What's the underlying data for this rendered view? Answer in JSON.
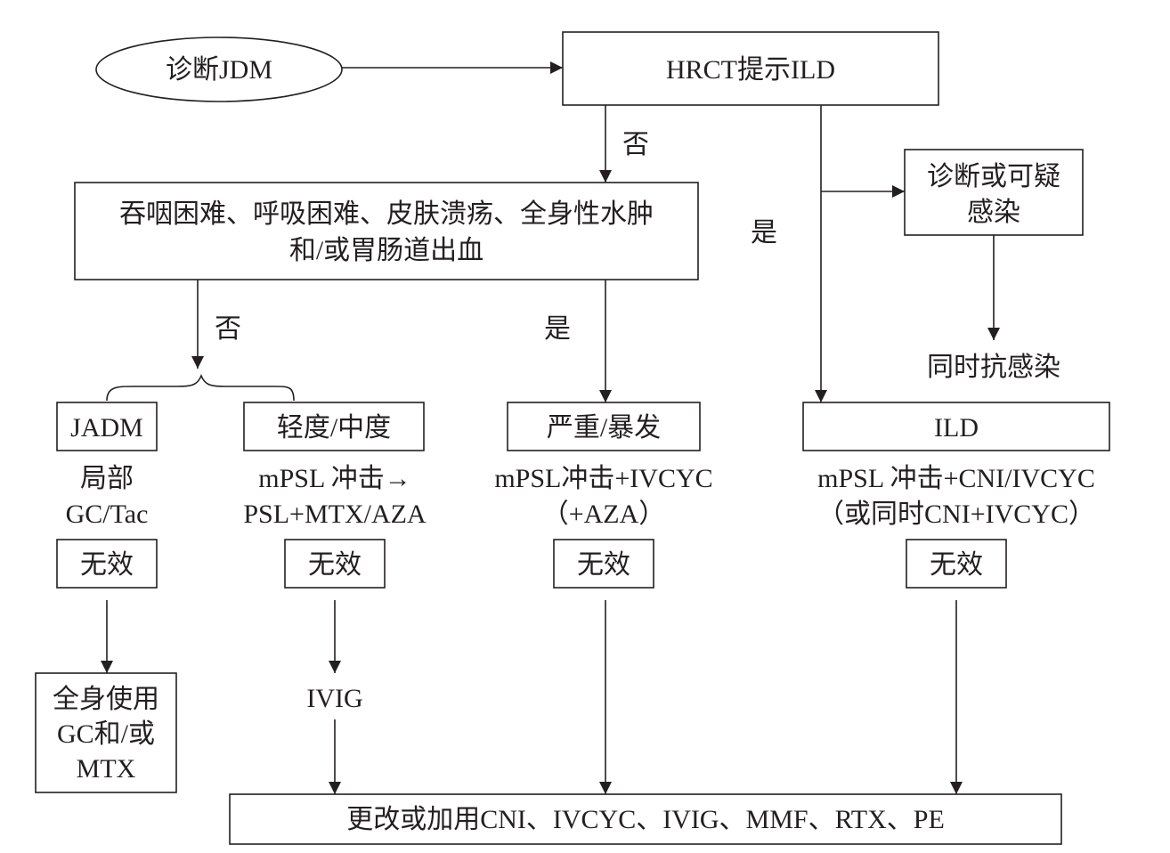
{
  "nodes": {
    "start": "诊断JDM",
    "hrct": "HRCT提示ILD",
    "symptoms": [
      "吞咽困难、呼吸困难、皮肤溃疡、全身性水肿",
      "和/或胃肠道出血"
    ],
    "infection": [
      "诊断或可疑",
      "感染"
    ],
    "anti_infection": "同时抗感染",
    "jadm": "JADM",
    "mild": "轻度/中度",
    "severe": "严重/暴发",
    "ild": "ILD",
    "jadm_tx": [
      "局部",
      "GC/Tac"
    ],
    "mild_tx": [
      "mPSL 冲击→",
      "PSL+MTX/AZA"
    ],
    "severe_tx": [
      "mPSL冲击+IVCYC",
      "（+AZA）"
    ],
    "ild_tx": [
      "mPSL 冲击+CNI/IVCYC",
      "（或同时CNI+IVCYC）"
    ],
    "ineffective": [
      "无效",
      "无效",
      "无效",
      "无效"
    ],
    "systemic": [
      "全身使用",
      "GC和/或",
      "MTX"
    ],
    "ivig": "IVIG",
    "final": "更改或加用CNI、IVCYC、IVIG、MMF、RTX、PE"
  },
  "edge_labels": {
    "hrct_no": "否",
    "hrct_yes": "是",
    "symptoms_no": "否",
    "symptoms_yes": "是"
  },
  "colors": {
    "ink": "#231f20",
    "background": "#ffffff"
  }
}
